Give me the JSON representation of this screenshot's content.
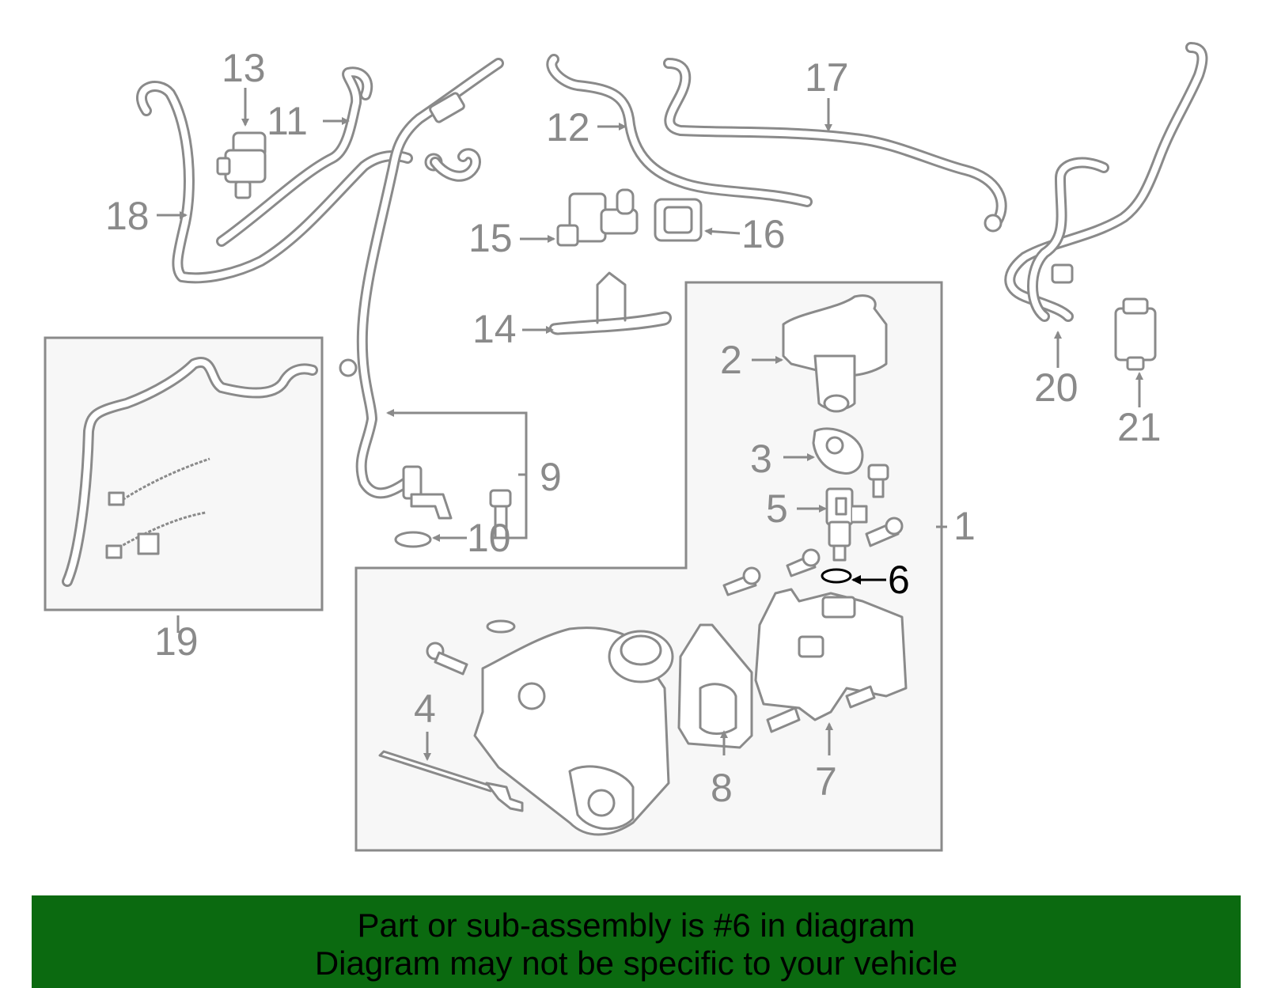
{
  "diagram": {
    "highlighted_part": "6",
    "callouts": {
      "c1": "1",
      "c2": "2",
      "c3": "3",
      "c4": "4",
      "c5": "5",
      "c6": "6",
      "c7": "7",
      "c8": "8",
      "c9": "9",
      "c10": "10",
      "c11": "11",
      "c12": "12",
      "c13": "13",
      "c14": "14",
      "c15": "15",
      "c16": "16",
      "c17": "17",
      "c18": "18",
      "c19": "19",
      "c20": "20",
      "c21": "21"
    },
    "colors": {
      "line": "#8a8a8a",
      "highlight": "#000000",
      "banner": "#0b6a10"
    }
  },
  "banner": {
    "line1": "Part or sub-assembly is #6 in diagram",
    "line2": "Diagram may not be specific to your vehicle"
  }
}
